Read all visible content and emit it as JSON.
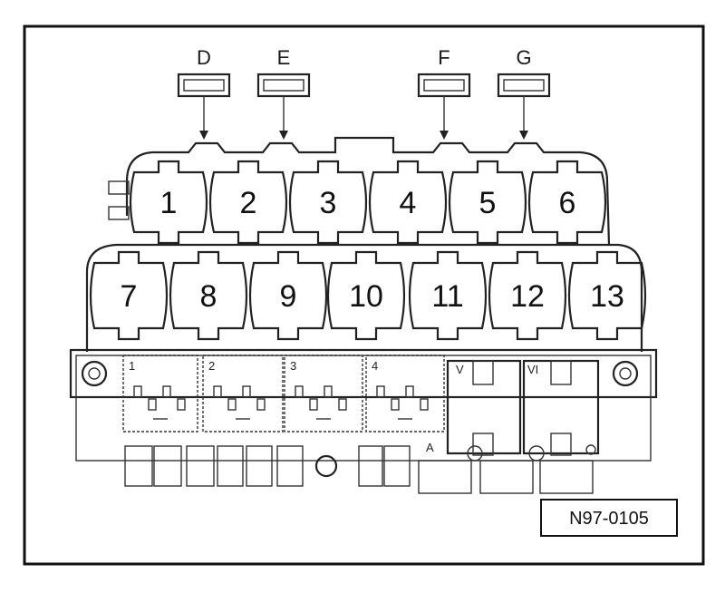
{
  "connectors": [
    {
      "label": "D"
    },
    {
      "label": "E"
    },
    {
      "label": "F"
    },
    {
      "label": "G"
    }
  ],
  "relay_row_top": [
    "1",
    "2",
    "3",
    "4",
    "5",
    "6"
  ],
  "relay_row_bottom": [
    "7",
    "8",
    "9",
    "10",
    "11",
    "12",
    "13"
  ],
  "fuse_blocks": [
    "1",
    "2",
    "3",
    "4"
  ],
  "slot_labels": [
    "V",
    "VI"
  ],
  "small_label_a": "A",
  "reference_code": "N97-0105",
  "colors": {
    "line": "#222222",
    "background": "#ffffff"
  },
  "icons": [
    "mounting-bolt-icon",
    "mounting-bolt-icon"
  ]
}
